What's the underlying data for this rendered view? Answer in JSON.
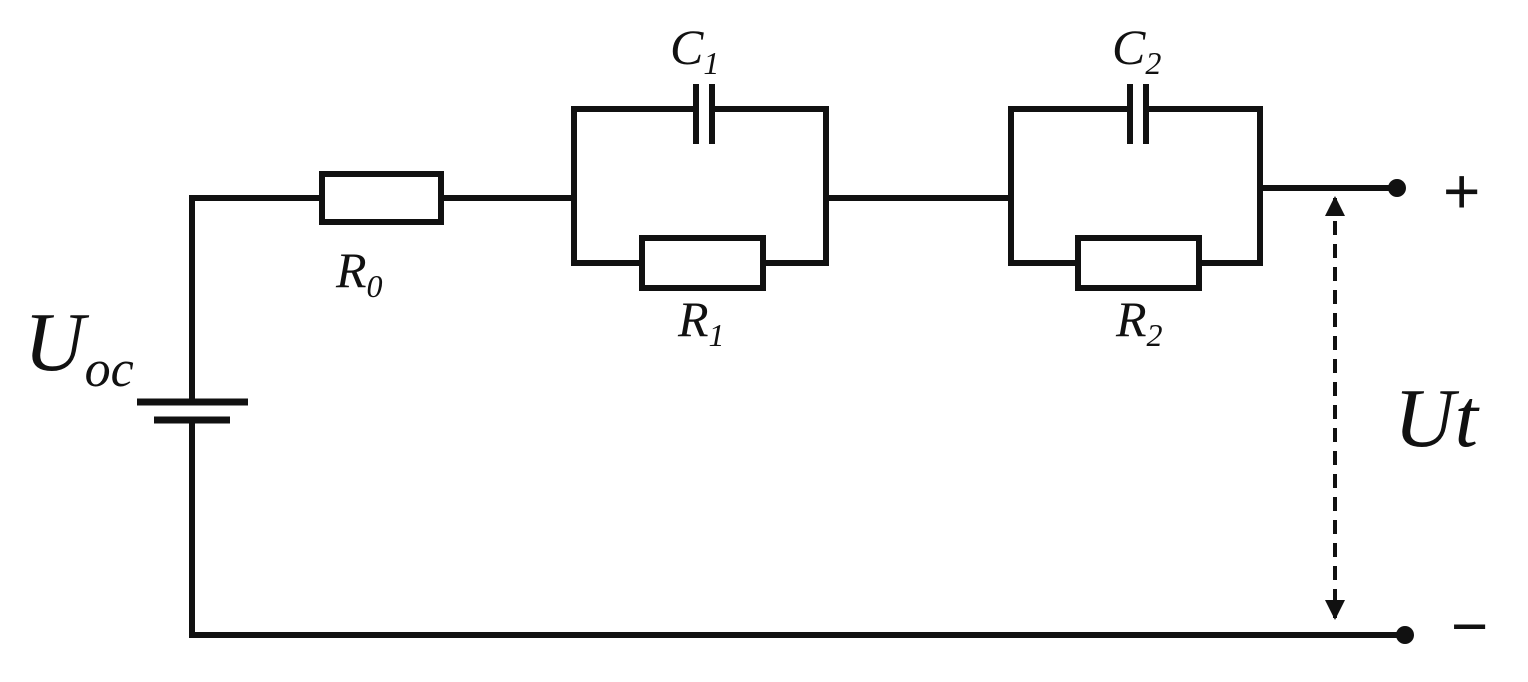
{
  "components": {
    "r0": {
      "symbol": "R",
      "subscript": "0"
    },
    "r1": {
      "symbol": "R",
      "subscript": "1"
    },
    "r2": {
      "symbol": "R",
      "subscript": "2"
    },
    "c1": {
      "symbol": "C",
      "subscript": "1"
    },
    "c2": {
      "symbol": "C",
      "subscript": "2"
    },
    "source": {
      "symbol": "U",
      "subscript": "oc"
    }
  },
  "output": {
    "voltage_label": "Ut",
    "positive_sign": "+",
    "negative_sign": "−"
  }
}
